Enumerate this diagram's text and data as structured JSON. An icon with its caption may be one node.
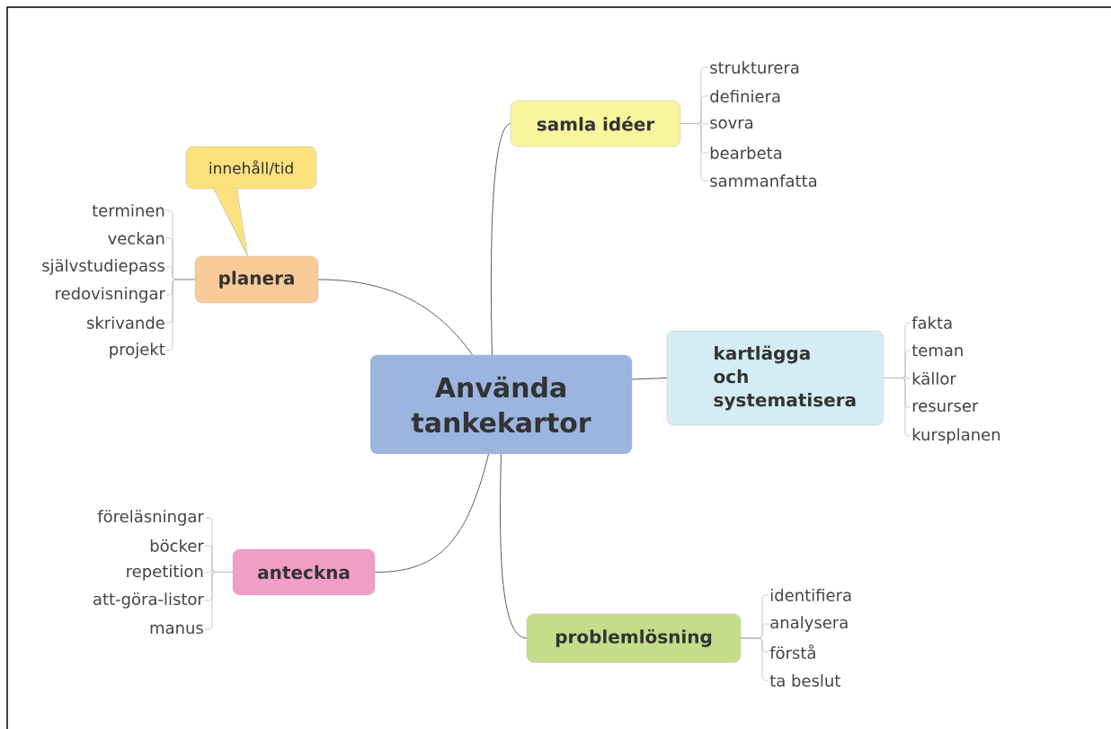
{
  "diagram": {
    "nodes": [
      {
        "text": [
          "Använda tankekartor"
        ]
      },
      {
        "text": [
          "samla idéer"
        ]
      },
      {
        "text": [
          "strukturera"
        ]
      },
      {
        "text": [
          "definiera"
        ]
      },
      {
        "text": [
          "sovra"
        ]
      },
      {
        "text": [
          "bearbeta"
        ]
      },
      {
        "text": [
          "sammanfatta"
        ]
      },
      {
        "text": [
          "kartlägga och systematisera"
        ]
      },
      {
        "text": [
          "fakta"
        ]
      },
      {
        "text": [
          "teman"
        ]
      },
      {
        "text": [
          "källor"
        ]
      },
      {
        "text": [
          "resurser"
        ]
      },
      {
        "text": [
          "kursplanen"
        ]
      },
      {
        "text": [
          "problemlösning"
        ]
      },
      {
        "text": [
          "identifiera"
        ]
      },
      {
        "text": [
          "analysera"
        ]
      },
      {
        "text": [
          "förstå"
        ]
      },
      {
        "text": [
          "ta beslut"
        ]
      },
      {
        "text": [
          "anteckna"
        ]
      },
      {
        "text": [
          "föreläsningar"
        ]
      },
      {
        "text": [
          "böcker"
        ]
      },
      {
        "text": [
          "repetition"
        ]
      },
      {
        "text": [
          "att-göra-listor"
        ]
      },
      {
        "text": [
          "manus"
        ]
      },
      {
        "text": [
          "planera"
        ]
      },
      {
        "text": [
          "terminen"
        ]
      },
      {
        "text": [
          "veckan"
        ]
      },
      {
        "text": [
          "självstudiepass"
        ]
      },
      {
        "text": [
          "redovisningar"
        ]
      },
      {
        "text": [
          "skrivande"
        ]
      },
      {
        "text": [
          "projekt"
        ]
      },
      {
        "text": [
          "innehåll/tid"
        ]
      }
    ],
    "edges": [
      {
        "from": 0,
        "to": 1,
        "arrow": "none",
        "color": "#333333"
      },
      {
        "from": 1,
        "to": 2,
        "arrow": "none"
      },
      {
        "from": 1,
        "to": 3,
        "arrow": "none"
      },
      {
        "from": 1,
        "to": 4,
        "arrow": "none"
      },
      {
        "from": 1,
        "to": 5,
        "arrow": "none"
      },
      {
        "from": 1,
        "to": 6,
        "arrow": "none"
      },
      {
        "from": 0,
        "to": 7,
        "arrow": "none",
        "color": "#333333"
      },
      {
        "from": 7,
        "to": 8,
        "arrow": "none"
      },
      {
        "from": 7,
        "to": 9,
        "arrow": "none"
      },
      {
        "from": 7,
        "to": 10,
        "arrow": "none"
      },
      {
        "from": 7,
        "to": 11,
        "arrow": "none"
      },
      {
        "from": 7,
        "to": 12,
        "arrow": "none"
      },
      {
        "from": 0,
        "to": 13,
        "arrow": "none",
        "color": "#333333"
      },
      {
        "from": 13,
        "to": 14,
        "arrow": "none"
      },
      {
        "from": 13,
        "to": 15,
        "arrow": "none"
      },
      {
        "from": 13,
        "to": 16,
        "arrow": "none"
      },
      {
        "from": 13,
        "to": 17,
        "arrow": "none"
      },
      {
        "from": 0,
        "to": 18,
        "arrow": "none",
        "color": "#333333"
      },
      {
        "from": 18,
        "to": 19,
        "arrow": "none"
      },
      {
        "from": 18,
        "to": 20,
        "arrow": "none"
      },
      {
        "from": 18,
        "to": 21,
        "arrow": "none"
      },
      {
        "from": 18,
        "to": 22,
        "arrow": "none"
      },
      {
        "from": 18,
        "to": 23,
        "arrow": "none"
      },
      {
        "from": 0,
        "to": 24,
        "arrow": "none",
        "color": "#333333"
      },
      {
        "from": 24,
        "to": 25,
        "arrow": "none"
      },
      {
        "from": 24,
        "to": 26,
        "arrow": "none"
      },
      {
        "from": 24,
        "to": 27,
        "arrow": "none"
      },
      {
        "from": 24,
        "to": 28,
        "arrow": "none"
      },
      {
        "from": 24,
        "to": 29,
        "arrow": "none"
      },
      {
        "from": 24,
        "to": 30,
        "arrow": "none"
      },
      {
        "from": 31,
        "to": 24,
        "arrow": "none"
      }
    ]
  }
}
